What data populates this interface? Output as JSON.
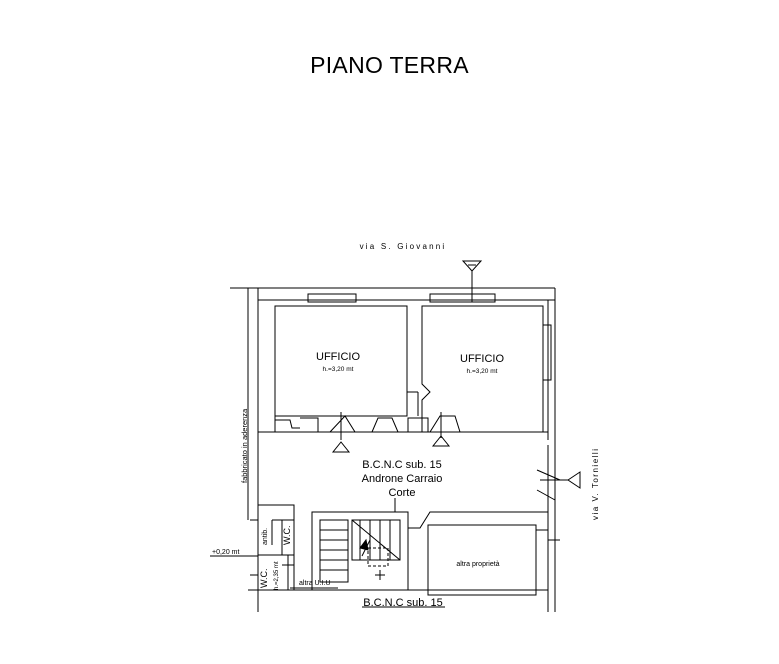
{
  "title": "PIANO TERRA",
  "street_top": "via S. Giovanni",
  "street_right": "via V. Tornielli",
  "left_wall_note": "fabbricato in aderenza",
  "rooms": [
    {
      "name": "UFFICIO",
      "height": "h.=3,20 mt"
    },
    {
      "name": "UFFICIO",
      "height": "h.=3,20 mt"
    }
  ],
  "courtyard": {
    "line1": "B.C.N.C sub. 15",
    "line2": "Androne Carraio",
    "line3": "Corte"
  },
  "antibagno": "antib.",
  "wc_upper": "W.C.",
  "wc_lower": "W.C.",
  "wc_lower_height": "h.=2,35 mt",
  "level_mark": "+0,20 mt",
  "other_unit": "altra U.I.U",
  "other_property": "altra proprietà",
  "bottom_label": "B.C.N.C sub. 15"
}
